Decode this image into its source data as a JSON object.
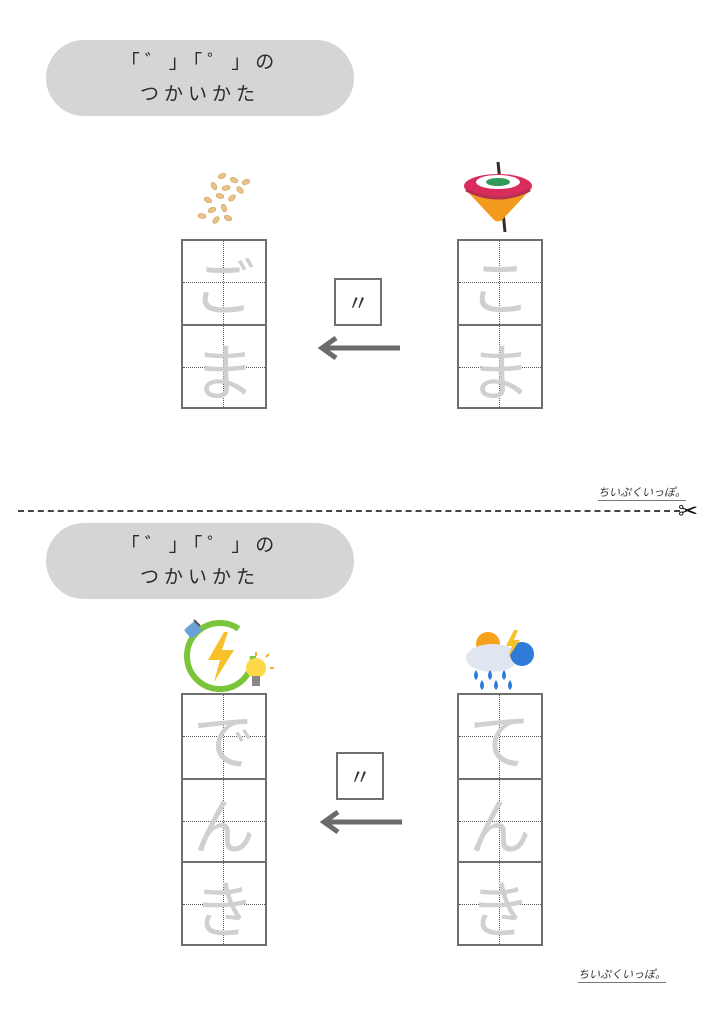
{
  "sections": [
    {
      "title_line1": "「゛」「゜」の",
      "title_line2": "つかいかた",
      "source_icon": "spinning-top-icon",
      "result_icon": "sesame-seeds-icon",
      "source_chars": [
        "こ",
        "ま"
      ],
      "result_chars": [
        "ご",
        "ま"
      ],
      "mark": "〃"
    },
    {
      "title_line1": "「゛」「゜」の",
      "title_line2": "つかいかた",
      "source_icon": "weather-icon",
      "result_icon": "electricity-icon",
      "source_chars": [
        "て",
        "ん",
        "き"
      ],
      "result_chars": [
        "で",
        "ん",
        "き"
      ],
      "mark": "〃"
    }
  ],
  "logo_text": "ちいぷくいっぽ。",
  "colors": {
    "pill": "#d4d5d7",
    "grid": "#6f6f6f",
    "trace_text": "#d0d0d0",
    "arrow": "#6b6b6b"
  }
}
